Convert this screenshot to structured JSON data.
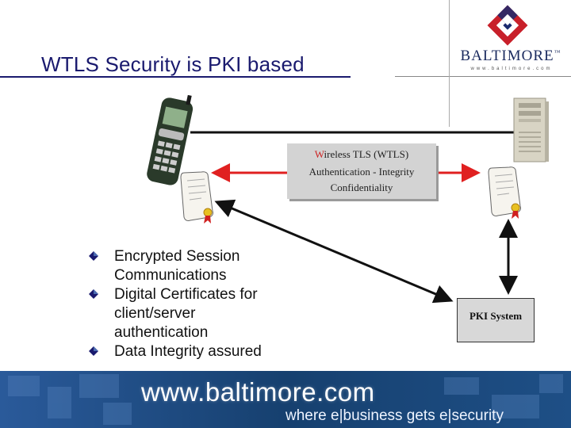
{
  "slide": {
    "title": "WTLS Security is PKI based",
    "logo": {
      "name": "BALTIMORE",
      "tm": "™",
      "url_tagline": "www.baltimore.com"
    },
    "wtls_box": {
      "line1_first": "W",
      "line1_rest": "ireless TLS (WTLS)",
      "line2": "Authentication - Integrity",
      "line3": "Confidentiality"
    },
    "pki_box": {
      "label": "PKI System"
    },
    "bullets": [
      {
        "text": "Encrypted Session Communications",
        "icon": "diamond-bullet-icon"
      },
      {
        "text": "Digital Certificates for client/server authentication",
        "icon": "diamond-bullet-icon"
      },
      {
        "text": "Data Integrity assured",
        "icon": "diamond-bullet-icon"
      }
    ],
    "footer": {
      "url": "www.baltimore.com",
      "tagline": "where e|business gets e|security"
    }
  },
  "colors": {
    "title": "#1a1a6e",
    "arrow_red": "#e02020",
    "arrow_black": "#111111",
    "logo_red": "#c8202a",
    "logo_blue": "#1a2a6e",
    "footer_blue": "#1f4f8f"
  },
  "icons": [
    "mobile-phone-icon",
    "server-tower-icon",
    "certificate-scroll-icon",
    "baltimore-logo-icon"
  ]
}
